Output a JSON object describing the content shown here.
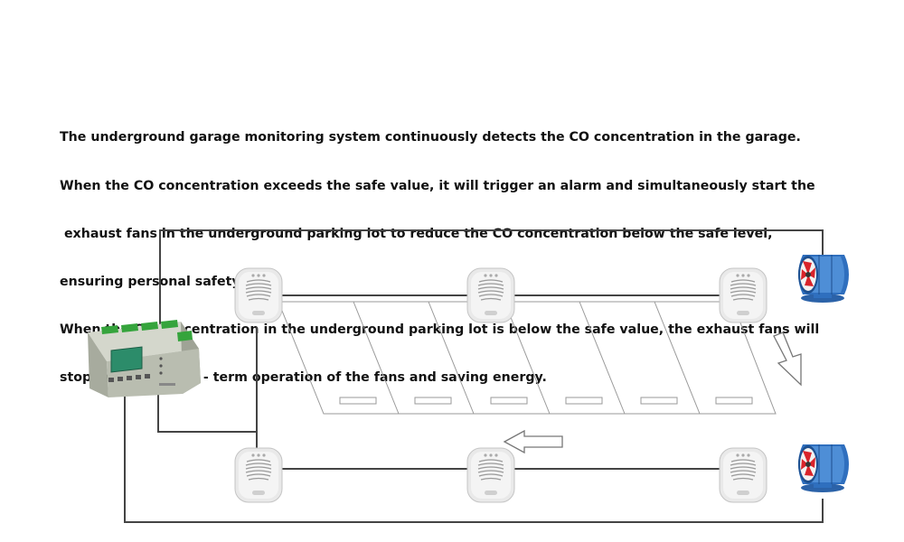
{
  "description": {
    "lines": [
      "The underground garage monitoring system continuously detects the CO concentration in the garage.",
      "When the CO concentration exceeds the safe value, it will trigger an alarm and simultaneously start the",
      " exhaust fans in the underground parking lot to reduce the CO concentration below the safe level,",
      "ensuring personal safety.",
      "When the CO concentration in the underground parking lot is below the safe value, the exhaust fans will",
      "stop, avoiding long - term operation of the fans and saving energy."
    ]
  },
  "diagram": {
    "controller": {
      "icon": "co-monitoring-controller-icon"
    },
    "detectors": {
      "icon": "co-detector-icon",
      "count": 6
    },
    "fans": {
      "icon": "axial-exhaust-fan-icon",
      "count": 2
    },
    "parking_spaces": {
      "count": 6
    },
    "airflow_arrows": {
      "icon": "hollow-arrow-icon",
      "count": 2
    },
    "colors": {
      "wire": "#444444",
      "detector_body": "#e9e9e9",
      "controller_body": "#b9bdb0",
      "controller_screen": "#2c8c6a",
      "terminal_green": "#35a43c",
      "fan_housing": "#2f6fbe",
      "fan_blades": "#d8232a"
    }
  }
}
